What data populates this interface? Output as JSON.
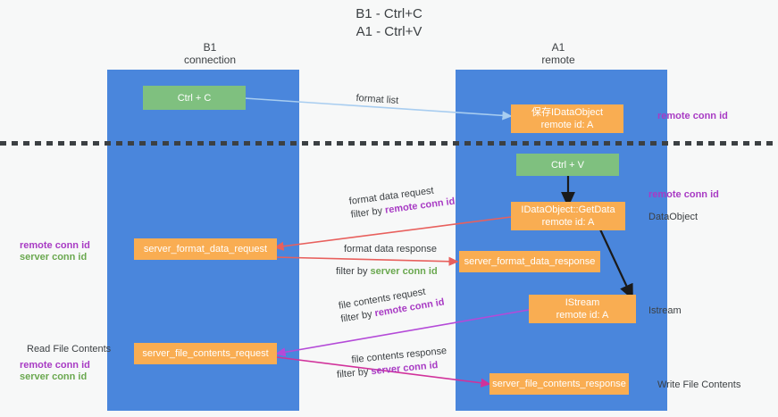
{
  "title": "B1 - Ctrl+C\nA1 - Ctrl+V",
  "columns": [
    {
      "name": "left-column",
      "label": "B1\nconnection"
    },
    {
      "name": "right-column",
      "label": "A1\nremote"
    }
  ],
  "nodes": [
    {
      "name": "node-ctrl-c",
      "label": "Ctrl + C",
      "color": "green"
    },
    {
      "name": "node-idataobject",
      "label": "保存IDataObject\nremote id: A",
      "color": "orange"
    },
    {
      "name": "node-ctrl-v",
      "label": "Ctrl + V",
      "color": "green"
    },
    {
      "name": "node-idataobject-getdata",
      "label": "IDataObject::GetData\nremote id: A",
      "color": "orange"
    },
    {
      "name": "node-server-format-data-request",
      "label": "server_format_data_request",
      "color": "orange"
    },
    {
      "name": "node-server-format-data-response",
      "label": "server_format_data_response",
      "color": "orange"
    },
    {
      "name": "node-istream",
      "label": "IStream\nremote id: A",
      "color": "orange"
    },
    {
      "name": "node-server-file-contents-request",
      "label": "server_file_contents_request",
      "color": "orange"
    },
    {
      "name": "node-server-file-contents-response",
      "label": "server_file_contents_response",
      "color": "orange"
    }
  ],
  "edge_labels": {
    "format_list": "format list",
    "format_data_request": "format data request",
    "format_data_request_filter_prefix": "filter by ",
    "format_data_request_filter_key": "remote conn id",
    "format_data_response": "format data response",
    "format_data_response_filter_prefix": "filter by ",
    "format_data_response_filter_key": "server conn id",
    "file_contents_request": "file contents request",
    "file_contents_request_filter_prefix": "filter by ",
    "file_contents_request_filter_key": "remote conn id",
    "file_contents_response": "file contents response",
    "file_contents_response_filter_prefix": "filter by ",
    "file_contents_response_filter_key": "server conn id"
  },
  "annotations": {
    "right_remote_conn_id_top": "remote conn id",
    "right_remote_conn_id_mid": "remote conn id",
    "right_dataobject": "DataObject",
    "right_istream": "Istream",
    "right_write_file_contents": "Write File Contents",
    "left_remote_conn_id": "remote conn id",
    "left_server_conn_id": "server conn id",
    "left_read_file_contents": "Read File Contents",
    "left_remote_conn_id_2": "remote conn id",
    "left_server_conn_id_2": "server conn id"
  },
  "colors": {
    "lane": "#4a86dc",
    "green_node": "#7fc07f",
    "orange_node": "#f9ad52",
    "purple_text": "#a83bc4",
    "green_text": "#6aa84f",
    "arrow_light_blue": "#a8cdf0",
    "arrow_red": "#e8605d",
    "arrow_magenta": "#d1329b",
    "arrow_purple": "#b44ad8",
    "arrow_black": "#1a1a1a",
    "background": "#f7f8f8"
  }
}
